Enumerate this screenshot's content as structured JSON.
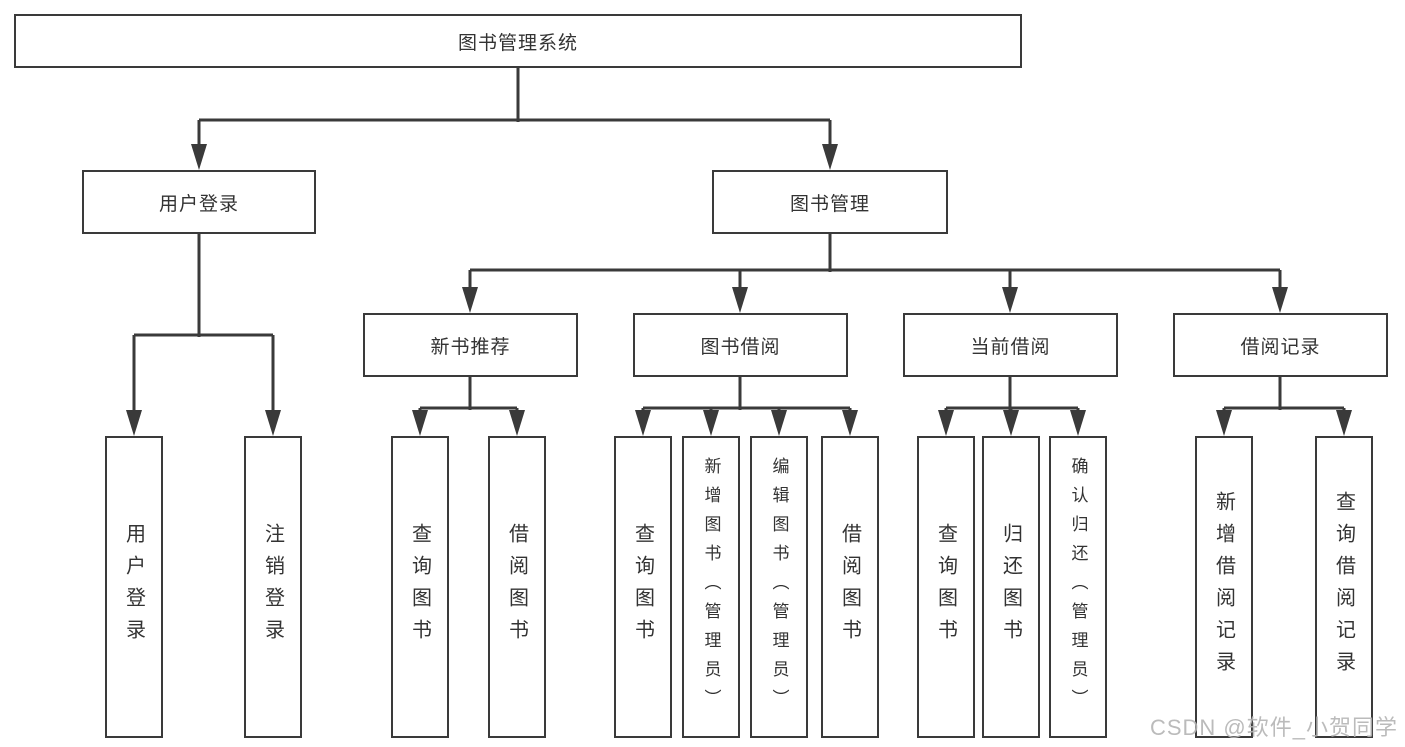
{
  "diagram": {
    "nodes": {
      "root": "图书管理系统",
      "user_login": "用户登录",
      "book_mgmt": "图书管理",
      "new_book_rec": "新书推荐",
      "book_borrow": "图书借阅",
      "current_borrow": "当前借阅",
      "borrow_records": "借阅记录",
      "ul_user_login": "用户登录",
      "ul_logout": "注销登录",
      "nb_query_book": "查询图书",
      "nb_borrow_book": "借阅图书",
      "bb_query_book": "查询图书",
      "bb_add_book": "新增图书（管理员）",
      "bb_edit_book": "编辑图书（管理员）",
      "bb_borrow_book": "借阅图书",
      "cb_query_book": "查询图书",
      "cb_return_book": "归还图书",
      "cb_confirm_return": "确认归还（管理员）",
      "br_add_record": "新增借阅记录",
      "br_query_record": "查询借阅记录"
    },
    "colors": {
      "line": "#3a3a3a",
      "text": "#333333",
      "box_background": "#ffffff",
      "watermark": "#b4b4b4"
    }
  },
  "watermark": "CSDN @软件_小贺同学"
}
